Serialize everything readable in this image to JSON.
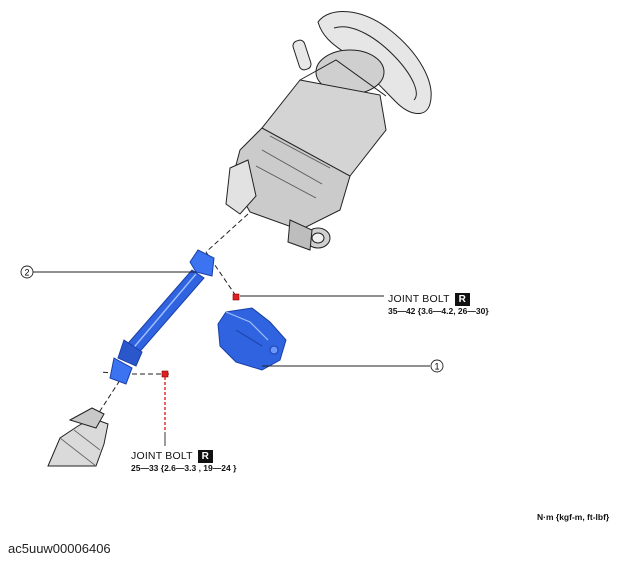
{
  "callouts": {
    "c1": "1",
    "c2": "2"
  },
  "joint_bolt_upper": {
    "name": "JOINT BOLT",
    "badge": "R",
    "torque": "35—42 {3.6—4.2, 26—30}"
  },
  "joint_bolt_lower": {
    "name": "JOINT BOLT",
    "badge": "R",
    "torque": "25—33 {2.6—3.3 , 19—24 }"
  },
  "units_note": "N·m {kgf-m, ft-lbf}",
  "figure_id": "ac5uuw00006406",
  "colors": {
    "part_blue": "#2f63e0",
    "part_blue_dark": "#1a3fa8",
    "bolt_red": "#e02020",
    "line": "#222222",
    "grey_part": "#d8d8d8"
  }
}
